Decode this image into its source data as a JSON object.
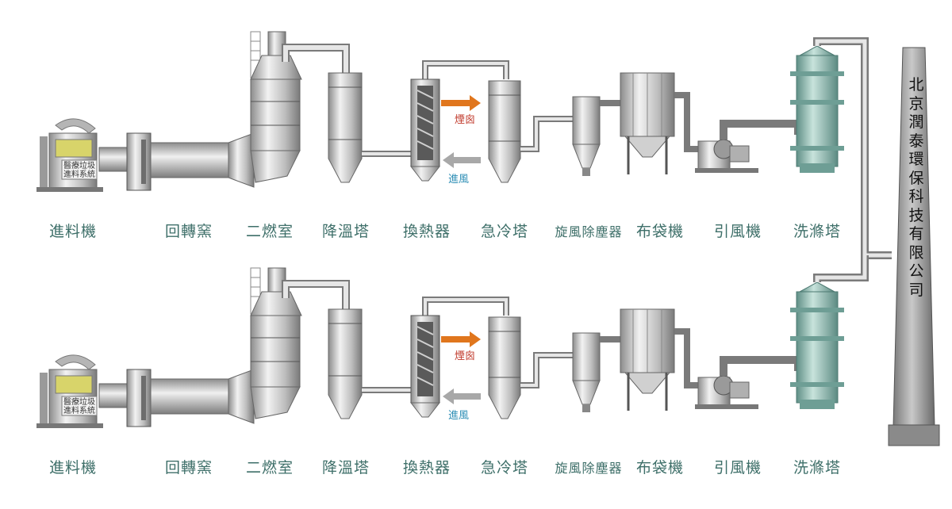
{
  "lines": [
    {
      "labels": [
        "進料機",
        "回轉窯",
        "二燃室",
        "降溫塔",
        "換熱器",
        "急冷塔",
        "旋風除塵器",
        "布袋機",
        "引風機",
        "洗滌塔"
      ],
      "feeder_sign": [
        "醫療垃圾",
        "進料系統"
      ],
      "flue_arrow": "煙囪",
      "air_arrow": "進風"
    },
    {
      "labels": [
        "進料機",
        "回轉窯",
        "二燃室",
        "降溫塔",
        "換熱器",
        "急冷塔",
        "旋風除塵器",
        "布袋機",
        "引風機",
        "洗滌塔"
      ],
      "feeder_sign": [
        "醫療垃圾",
        "進料系統"
      ],
      "flue_arrow": "煙囪",
      "air_arrow": "進風"
    }
  ],
  "chimney_text": "北京潤泰環保科技有限公司",
  "colors": {
    "equipment_gray": "#c4c4c4",
    "scrubber_teal": "#8fb9b0",
    "flue_arrow": "#e0761d",
    "air_arrow": "#a8a8a8",
    "label_text": "#3e6f69",
    "air_text": "#2f8fb6"
  }
}
